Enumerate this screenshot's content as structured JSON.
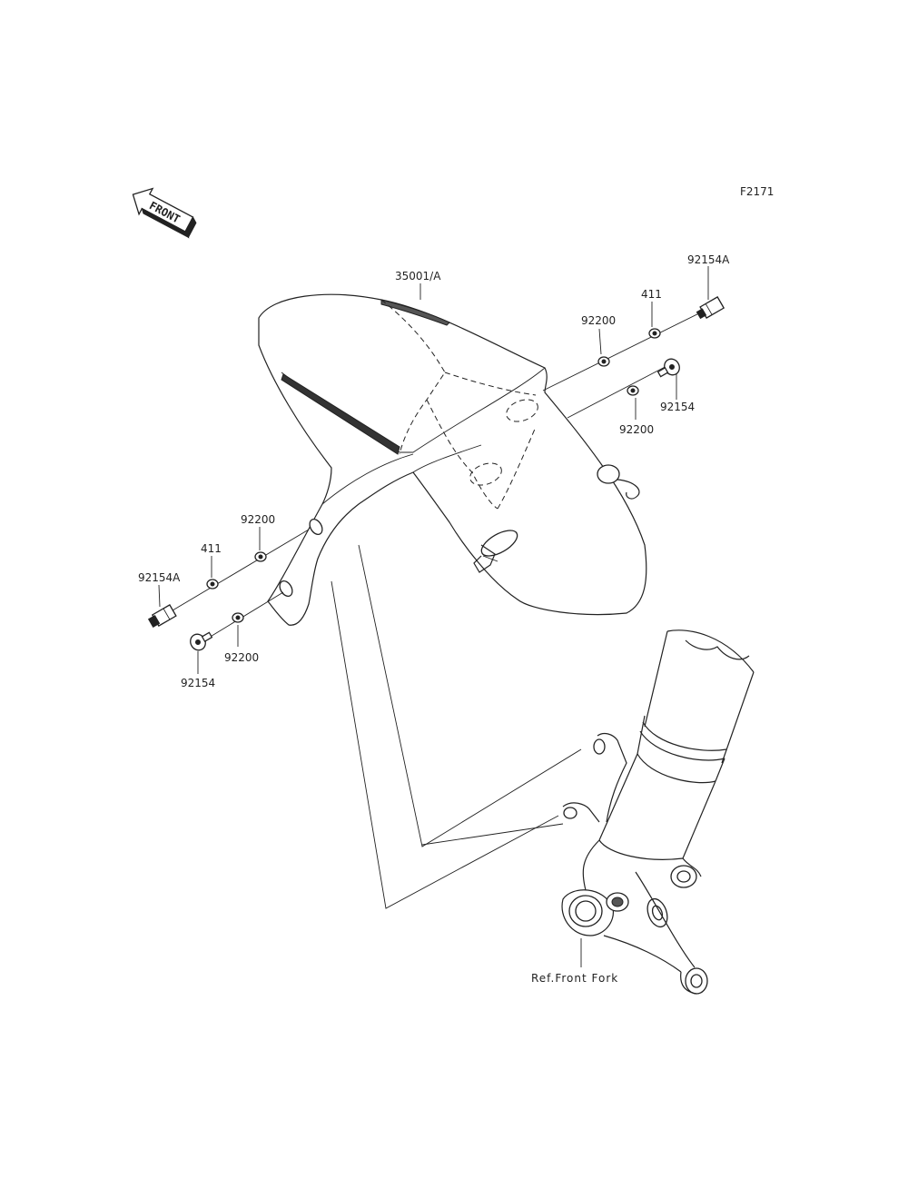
{
  "diagram_code": "F2171",
  "front_label": "FRONT",
  "parts": {
    "fender": "35001/A",
    "bolt_a_right": "92154A",
    "washer_411_right": "411",
    "washer_92200_right_top": "92200",
    "bolt_right": "92154",
    "washer_92200_right_bottom": "92200",
    "washer_92200_left_top": "92200",
    "washer_411_left": "411",
    "bolt_a_left": "92154A",
    "washer_92200_left_bottom": "92200",
    "bolt_left": "92154"
  },
  "reference": "Ref.Front Fork"
}
